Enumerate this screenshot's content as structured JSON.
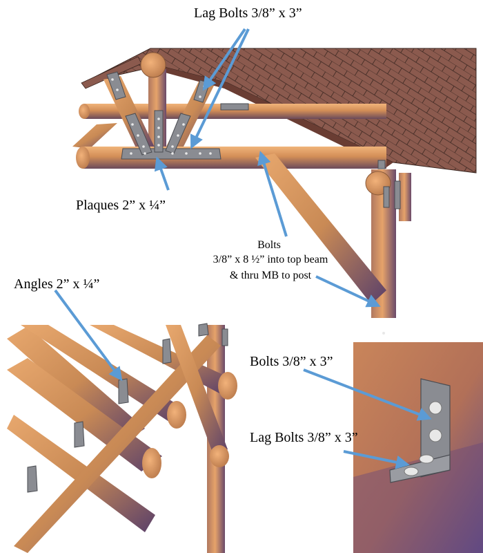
{
  "labels": {
    "lag_bolts_top": "Lag Bolts 3/8” x 3”",
    "plaques": "Plaques 2” x ¼”",
    "bolts_title": "Bolts",
    "bolts_line1": "3/8” x 8 ½” into top beam",
    "bolts_line2": "& thru MB to post",
    "angles": "Angles 2” x ¼”",
    "bolts_detail": "Bolts 3/8” x 3”",
    "lag_bolts_detail": "Lag Bolts 3/8” x 3”"
  },
  "colors": {
    "arrow": "#5b9bd5",
    "log_light": "#e6a36a",
    "log_mid": "#c98a55",
    "log_dark": "#7a4a3e",
    "log_shadow": "#4a3a6a",
    "roof": "#8b5a4e",
    "roof_line": "#3a2620",
    "plate": "#8a8c92",
    "plate_dark": "#5f6166",
    "bolt": "#e8e8e8"
  }
}
